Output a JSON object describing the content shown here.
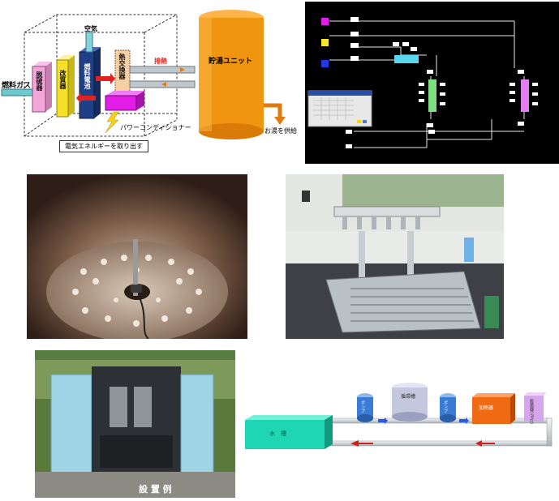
{
  "panel1": {
    "fuel_gas": "燃料ガス",
    "desulfurizer": "脱硫器",
    "reformer": "改質器",
    "fuel_cell": "燃料電池",
    "air": "空気",
    "heat_exchanger": "熱交換器",
    "exhaust_heat": "排熱",
    "storage_unit": "貯湯ユニット",
    "power_conditioner": "パワーコンディショナー",
    "extract_electricity": "電気エネルギーを取り出す",
    "hot_water_supply": "お湯を供給"
  },
  "panel6": {
    "pump_left": "ポンプ",
    "pump_right": "ポンプ",
    "tank_left_label": "循環槽",
    "heater_label": "加熱器",
    "uv_label": "殺菌器(UV灯)",
    "main_tank_label": "水　槽"
  },
  "panel5": {
    "caption": "設 置 例"
  },
  "colors": {
    "storage_tank": "#f0950f",
    "fuel_cell_blue": "#1f3f86",
    "desulfurizer_pink": "#f2a6d9",
    "reformer_yellow": "#f5e12a",
    "power_conditioner_magenta": "#e21ee6",
    "exhaust_red": "#e0231e",
    "heater_orange": "#f06a14",
    "main_tank_teal": "#1ed6b3"
  }
}
